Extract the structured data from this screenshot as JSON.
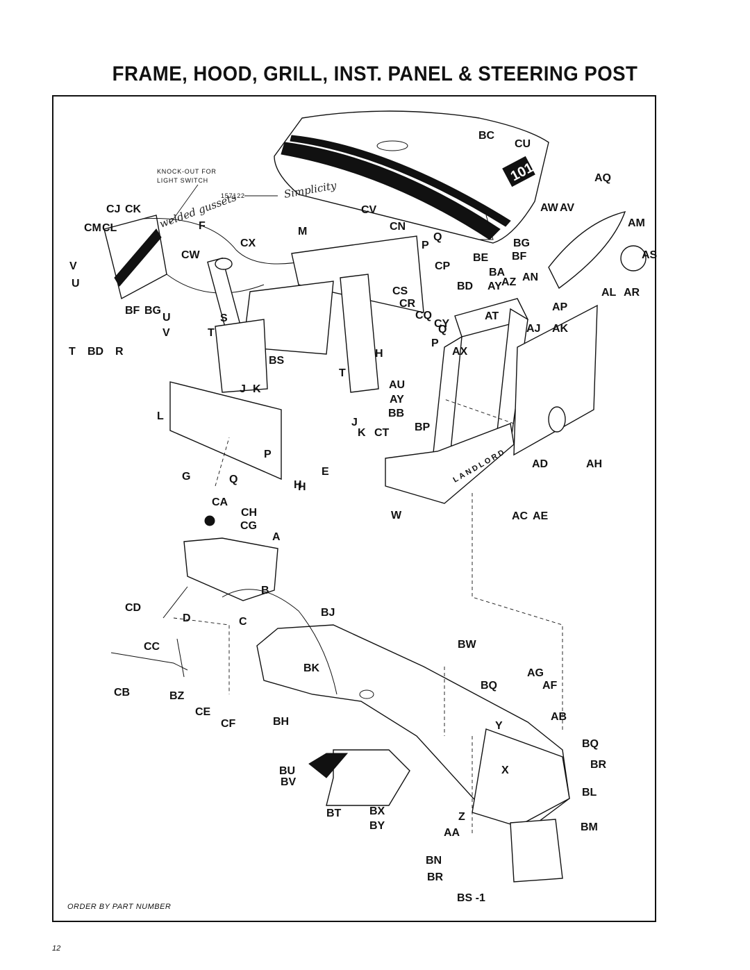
{
  "title": "FRAME, HOOD, GRILL, INST. PANEL & STEERING POST",
  "footer": {
    "order_text": "ORDER BY PART NUMBER",
    "page_number": "12"
  },
  "notes": {
    "knockout_line1": "KNOCK-OUT FOR",
    "knockout_line2": "LIGHT SWITCH",
    "hood_part_number": "157122",
    "handwritten": "welded gussets",
    "hood_brand": "Simplicity",
    "hood_model": "101",
    "grill_brand": "LANDLORD"
  },
  "callouts": [
    "BC",
    "CU",
    "AQ",
    "AW",
    "AV",
    "AM",
    "AS",
    "CJ",
    "CK",
    "CM",
    "CL",
    "F",
    "CV",
    "M",
    "CN",
    "Q",
    "P",
    "BG",
    "BF",
    "BE",
    "CP",
    "BA",
    "BD",
    "AY",
    "AZ",
    "AN",
    "AL",
    "AR",
    "AP",
    "CX",
    "CW",
    "V",
    "U",
    "BF",
    "BG",
    "U",
    "V",
    "T",
    "S",
    "CS",
    "CR",
    "CQ",
    "CY",
    "AT",
    "AJ",
    "AK",
    "T",
    "BD",
    "R",
    "P",
    "Q",
    "AX",
    "BS",
    "H",
    "J",
    "K",
    "AU",
    "AY",
    "BB",
    "BP",
    "T",
    "L",
    "J",
    "K",
    "CT",
    "G",
    "P",
    "Q",
    "H",
    "E",
    "H",
    "W",
    "AD",
    "AH",
    "AC",
    "AE",
    "CA",
    "CH",
    "CG",
    "A",
    "B",
    "CD",
    "BJ",
    "D",
    "C",
    "CC",
    "BW",
    "CB",
    "BK",
    "BZ",
    "AG",
    "BQ",
    "AF",
    "CE",
    "AB",
    "CF",
    "BH",
    "Y",
    "BQ",
    "BU",
    "X",
    "BR",
    "BV",
    "BL",
    "BT",
    "BX",
    "Z",
    "BY",
    "AA",
    "BM",
    "BN",
    "BR",
    "BS -1"
  ]
}
